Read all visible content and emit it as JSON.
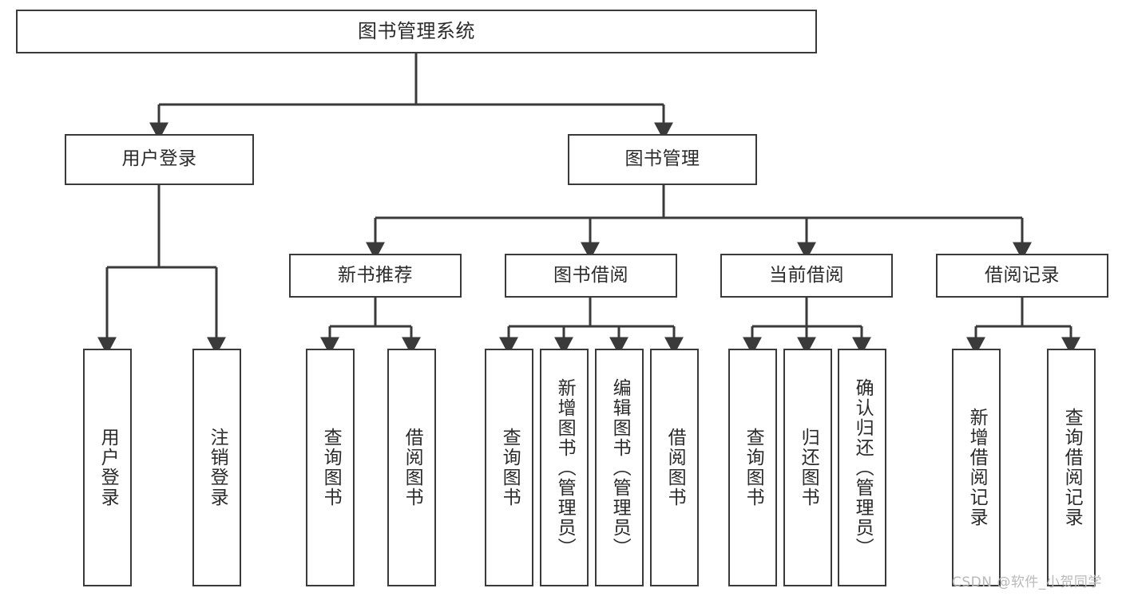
{
  "diagram": {
    "type": "tree-hierarchy",
    "title": "图书管理系统",
    "orientation": "top-down",
    "colors": {
      "box_border": "#3a3a3a",
      "box_fill": "#ffffff",
      "connector": "#3a3a3a",
      "text": "#2b2b2b",
      "watermark": "#b9b9b9",
      "background": "#ffffff"
    }
  },
  "nodes": {
    "root": {
      "label": "图书管理系统"
    },
    "level2": [
      {
        "id": "user-login",
        "label": "用户登录"
      },
      {
        "id": "book-manage",
        "label": "图书管理"
      }
    ],
    "level3": [
      {
        "id": "new-book-recommend",
        "label": "新书推荐"
      },
      {
        "id": "book-borrow",
        "label": "图书借阅"
      },
      {
        "id": "current-borrow",
        "label": "当前借阅"
      },
      {
        "id": "borrow-record",
        "label": "借阅记录"
      }
    ],
    "leaves": [
      {
        "id": "leaf-user-login",
        "parent": "user-login",
        "label": "用户登录"
      },
      {
        "id": "leaf-logout",
        "parent": "user-login",
        "label": "注销登录"
      },
      {
        "id": "leaf-query-book-1",
        "parent": "new-book-recommend",
        "label": "查询图书"
      },
      {
        "id": "leaf-borrow-book-1",
        "parent": "new-book-recommend",
        "label": "借阅图书"
      },
      {
        "id": "leaf-query-book-2",
        "parent": "book-borrow",
        "label": "查询图书"
      },
      {
        "id": "leaf-add-book",
        "parent": "book-borrow",
        "label": "新增图书（管理员）"
      },
      {
        "id": "leaf-edit-book",
        "parent": "book-borrow",
        "label": "编辑图书（管理员）"
      },
      {
        "id": "leaf-borrow-book-2",
        "parent": "book-borrow",
        "label": "借阅图书"
      },
      {
        "id": "leaf-query-book-3",
        "parent": "current-borrow",
        "label": "查询图书"
      },
      {
        "id": "leaf-return-book",
        "parent": "current-borrow",
        "label": "归还图书"
      },
      {
        "id": "leaf-confirm-return",
        "parent": "current-borrow",
        "label": "确认归还（管理员）"
      },
      {
        "id": "leaf-add-record",
        "parent": "borrow-record",
        "label": "新增借阅记录"
      },
      {
        "id": "leaf-query-record",
        "parent": "borrow-record",
        "label": "查询借阅记录"
      }
    ]
  },
  "watermark": {
    "text": "CSDN @软件_小贺同学"
  }
}
